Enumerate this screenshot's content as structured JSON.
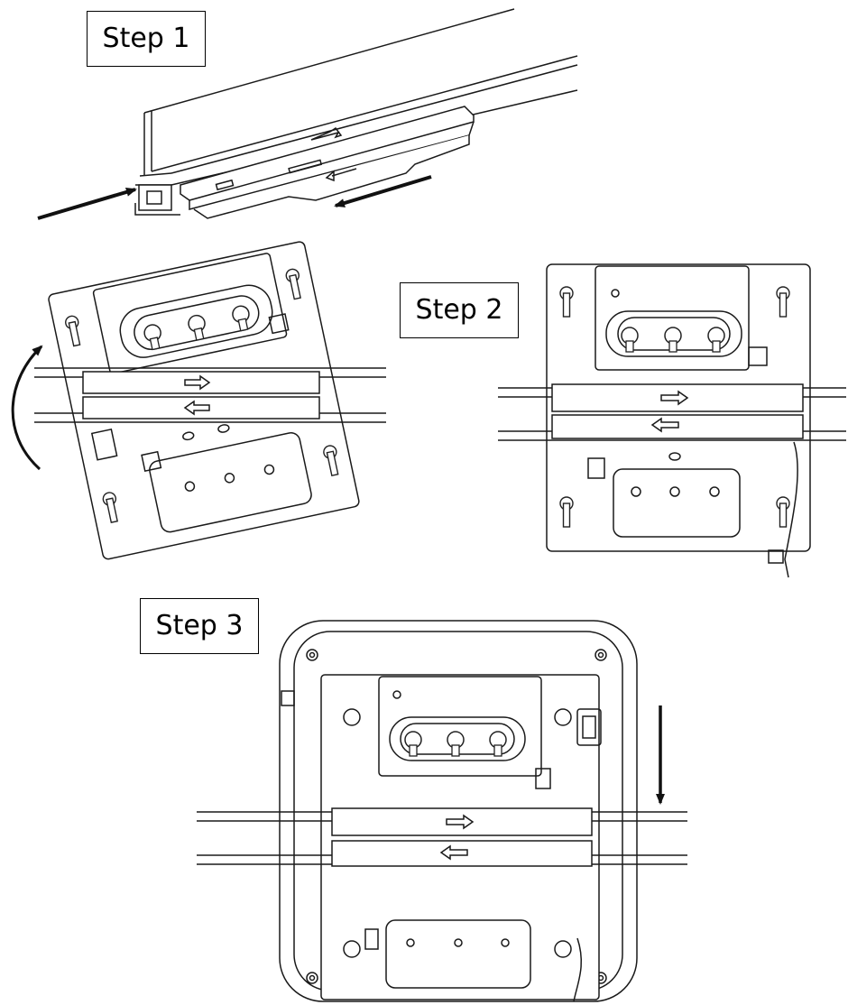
{
  "steps": {
    "step1_label": "Step 1",
    "step2_label": "Step 2",
    "step3_label": "Step 3"
  },
  "colors": {
    "line": "#1a1a1a",
    "background": "#ffffff"
  }
}
